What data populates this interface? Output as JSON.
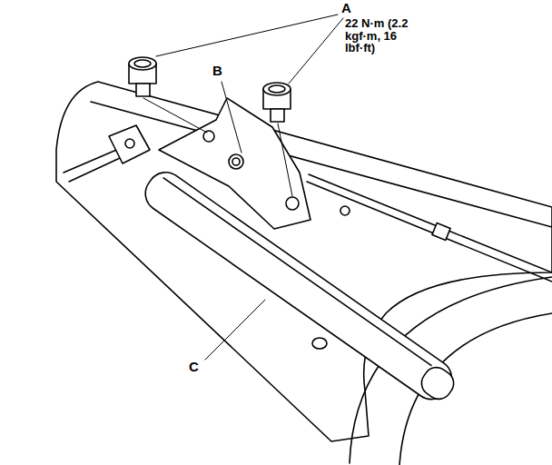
{
  "diagram": {
    "labels": [
      "A",
      "22 N·m (2.2 kgf·m, 16 lbf·ft)",
      "B",
      "C"
    ]
  }
}
